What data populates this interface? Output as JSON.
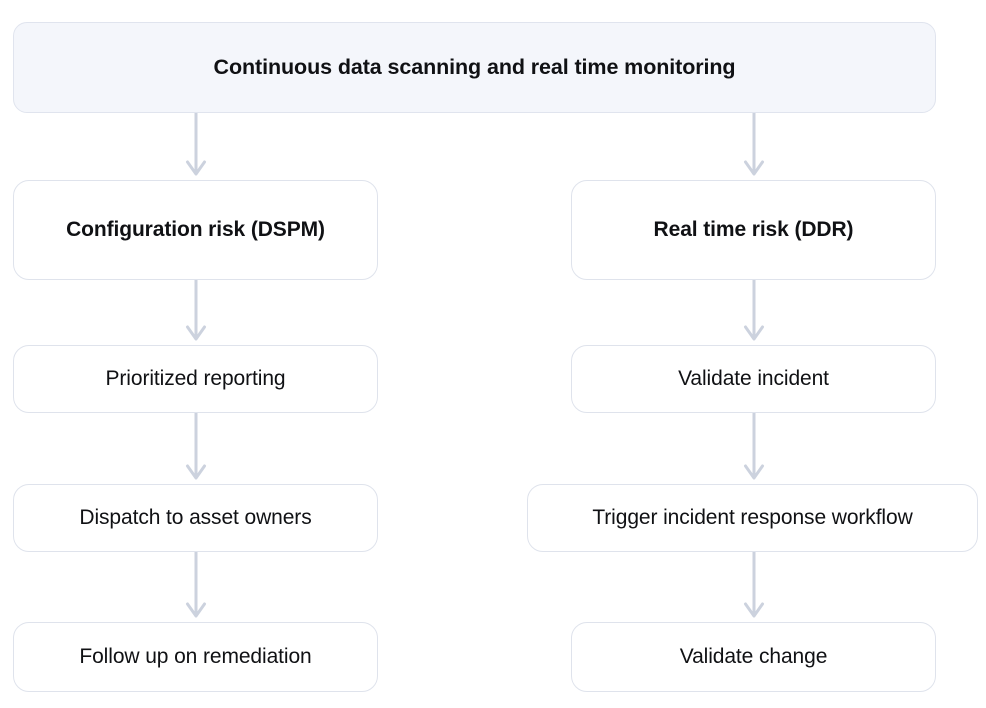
{
  "diagram": {
    "title": "Continuous data scanning and real time monitoring",
    "background_color": "#ffffff",
    "node_fill": "#ffffff",
    "header_fill": "#f4f6fb",
    "border_color": "#dfe3ec",
    "arrow_color": "#ccd2de",
    "text_color": "#101114",
    "header": {
      "label": "Continuous data scanning and real time monitoring"
    },
    "branches": [
      {
        "name": "configuration-risk",
        "steps": [
          {
            "label": "Configuration risk (DSPM)",
            "emphasis": "bold"
          },
          {
            "label": "Prioritized reporting",
            "emphasis": "normal"
          },
          {
            "label": "Dispatch to asset owners",
            "emphasis": "normal"
          },
          {
            "label": "Follow up on remediation",
            "emphasis": "normal"
          }
        ]
      },
      {
        "name": "real-time-risk",
        "steps": [
          {
            "label": "Real time risk (DDR)",
            "emphasis": "bold"
          },
          {
            "label": "Validate incident",
            "emphasis": "normal"
          },
          {
            "label": "Trigger incident response workflow",
            "emphasis": "normal"
          },
          {
            "label": "Validate change",
            "emphasis": "normal"
          }
        ]
      }
    ],
    "connectors": [
      {
        "name": "header-to-configuration-risk",
        "from": "Continuous data scanning and real time monitoring",
        "to": "Configuration risk (DSPM)"
      },
      {
        "name": "header-to-real-time-risk",
        "from": "Continuous data scanning and real time monitoring",
        "to": "Real time risk (DDR)"
      },
      {
        "name": "configuration-risk-to-prioritized-reporting",
        "from": "Configuration risk (DSPM)",
        "to": "Prioritized reporting"
      },
      {
        "name": "prioritized-reporting-to-dispatch",
        "from": "Prioritized reporting",
        "to": "Dispatch to asset owners"
      },
      {
        "name": "dispatch-to-follow-up",
        "from": "Dispatch to asset owners",
        "to": "Follow up on remediation"
      },
      {
        "name": "real-time-risk-to-validate-incident",
        "from": "Real time risk (DDR)",
        "to": "Validate incident"
      },
      {
        "name": "validate-incident-to-trigger-workflow",
        "from": "Validate incident",
        "to": "Trigger incident response workflow"
      },
      {
        "name": "trigger-workflow-to-validate-change",
        "from": "Trigger incident response workflow",
        "to": "Validate change"
      }
    ]
  }
}
